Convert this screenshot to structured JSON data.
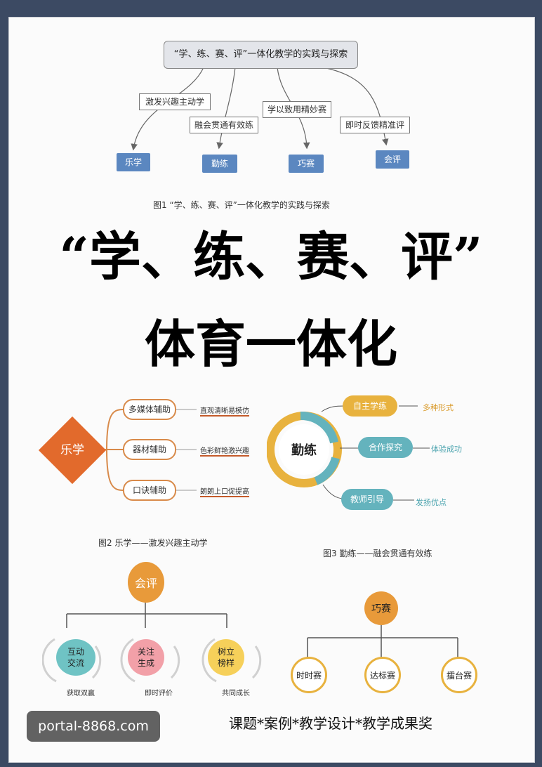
{
  "fig1": {
    "top": "“学、练、赛、评”一体化教学的实践与探索",
    "labels": [
      "激发兴趣主动学",
      "融会贯通有效练",
      "学以致用精妙赛",
      "即时反馈精准评"
    ],
    "nodes": [
      "乐学",
      "勤练",
      "巧赛",
      "会评"
    ],
    "caption": "图1 “学、练、赛、评”一体化教学的实践与探索"
  },
  "headline": {
    "line1": "“学、练、赛、评”",
    "line2": "体育一体化"
  },
  "fig2": {
    "center": "乐学",
    "items": [
      "多媒体辅助",
      "器材辅助",
      "口诀辅助"
    ],
    "notes": [
      "直观清晰易模仿",
      "色彩鲜艳激兴趣",
      "朗朗上口促提高"
    ],
    "caption": "图2 乐学——激发兴趣主动学"
  },
  "fig3": {
    "center": "勤练",
    "items": [
      "自主学练",
      "合作探究",
      "教师引导"
    ],
    "notes": [
      "多种形式",
      "体验成功",
      "发扬优点"
    ],
    "caption": "图3 勤练——融会贯通有效练"
  },
  "fig4": {
    "root": "会评",
    "children": [
      "互动交流",
      "关注生成",
      "树立榜样"
    ],
    "notes": [
      "获取双赢",
      "即时评价",
      "共同成长"
    ]
  },
  "fig5": {
    "root": "巧赛",
    "children": [
      "时时赛",
      "达标赛",
      "擂台赛"
    ]
  },
  "footer": {
    "watermark": "portal-8868.com",
    "text": "课题*案例*教学设计*教学成果奖"
  }
}
